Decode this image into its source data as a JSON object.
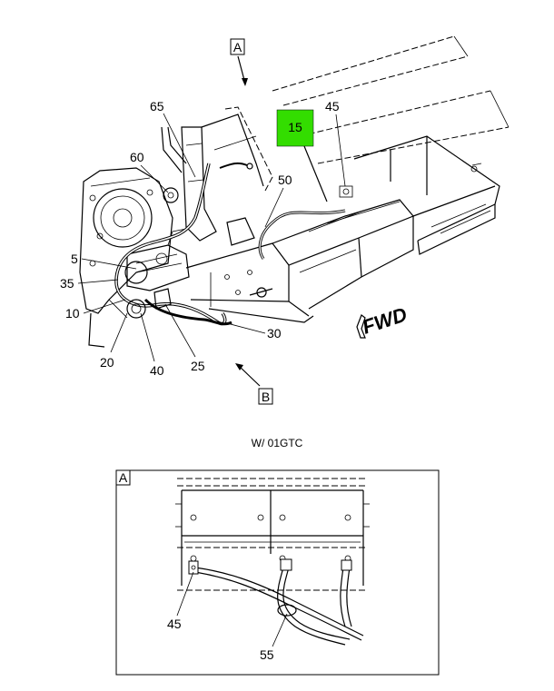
{
  "view_labels": {
    "view_a": "A",
    "view_b": "B",
    "detail_a": "A"
  },
  "callouts": {
    "c65": "65",
    "c15": "15",
    "c45": "45",
    "c60": "60",
    "c50": "50",
    "c5": "5",
    "c35": "35",
    "c10": "10",
    "c30": "30",
    "c20": "20",
    "c40": "40",
    "c25": "25",
    "detail_45": "45",
    "detail_55": "55"
  },
  "direction_label": "FWD",
  "caption": "W/ 01GTC",
  "colors": {
    "highlight": "#33dd00",
    "line": "#000000"
  }
}
